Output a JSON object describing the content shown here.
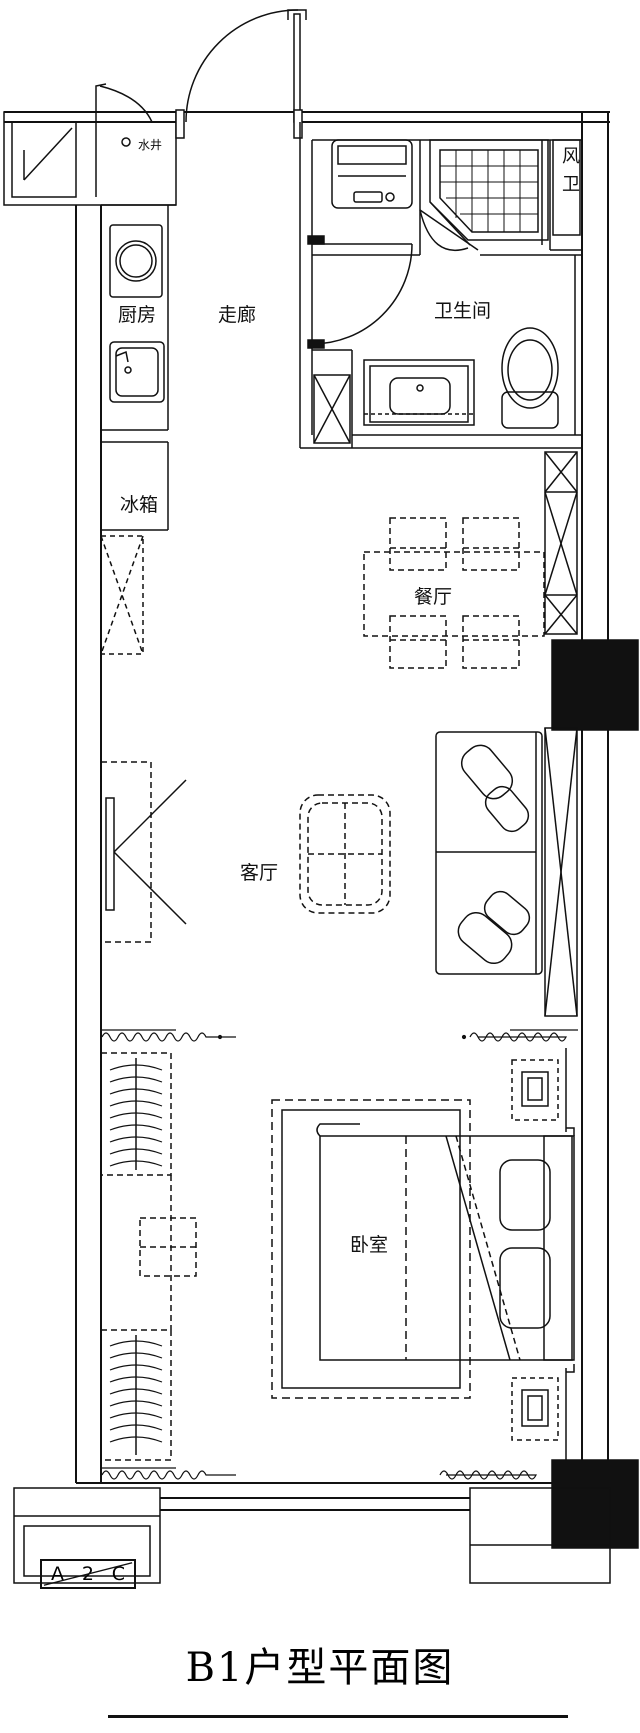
{
  "title": "B1户型平面图",
  "rooms": {
    "kitchen": "厨房",
    "corridor": "走廊",
    "bathroom": "卫生间",
    "fridge": "冰箱",
    "dining": "餐厅",
    "living": "客厅",
    "bedroom": "卧室",
    "water_well": "水井",
    "ventilation": "风卫"
  },
  "unit_code": {
    "a": "A",
    "b": "2",
    "c": "C"
  }
}
